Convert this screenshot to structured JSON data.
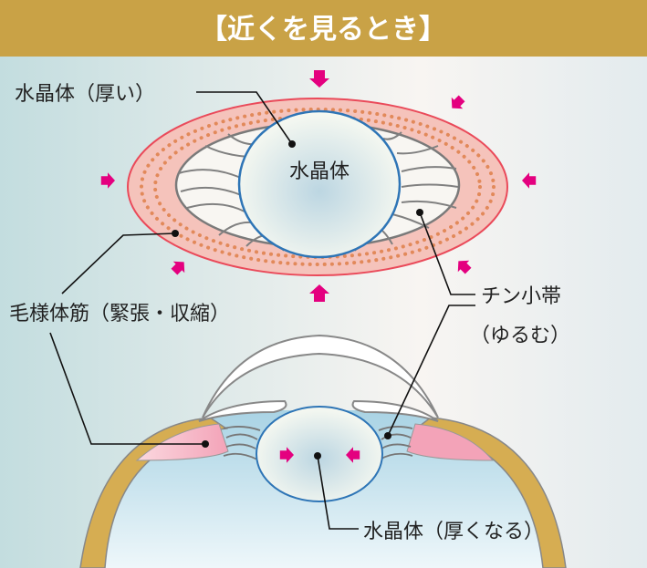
{
  "title": "【近くを見るとき】",
  "top_diagram": {
    "lens_center_label": "水晶体",
    "lens_label": "水晶体（厚い）",
    "ciliary_label": "毛様体筋（緊張・収縮）",
    "zonule_label_1": "チン小帯",
    "zonule_label_2": "（ゆるむ）"
  },
  "bottom_diagram": {
    "lens_label": "水晶体（厚くなる）"
  },
  "colors": {
    "header": "#c9a246",
    "arrow": "#e4007f",
    "muscle": "#f4b7b0",
    "lens_outline": "#2e75b6"
  }
}
